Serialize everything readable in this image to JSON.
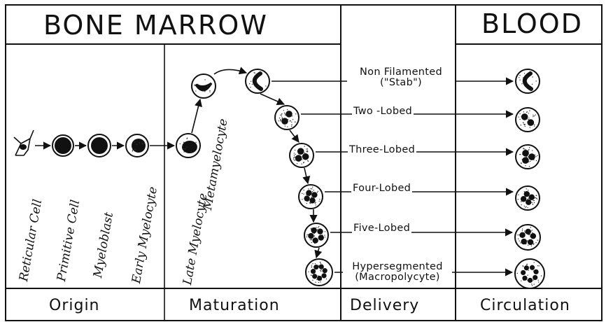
{
  "header": {
    "bone_marrow": "BONE  MARROW",
    "blood": "BLOOD"
  },
  "footer": {
    "origin": "Origin",
    "maturation": "Maturation",
    "delivery": "Delivery",
    "circulation": "Circulation"
  },
  "origin_cells": [
    "Reticular Cell",
    "Primitive Cell",
    "Myeloblast",
    "Early Myelocyte"
  ],
  "maturation_cells": [
    "Late Myelocyte",
    "Metamyelocyte"
  ],
  "stages": [
    {
      "label": "Non Filamented",
      "sublabel": "(\"Stab\")"
    },
    {
      "label": "Two -Lobed",
      "sublabel": ""
    },
    {
      "label": "Three-Lobed",
      "sublabel": ""
    },
    {
      "label": "Four-Lobed",
      "sublabel": ""
    },
    {
      "label": "Five-Lobed",
      "sublabel": ""
    },
    {
      "label": "Hypersegmented",
      "sublabel": "(Macropolycyte)"
    }
  ],
  "colors": {
    "ink": "#111111",
    "paper": "#ffffff"
  }
}
